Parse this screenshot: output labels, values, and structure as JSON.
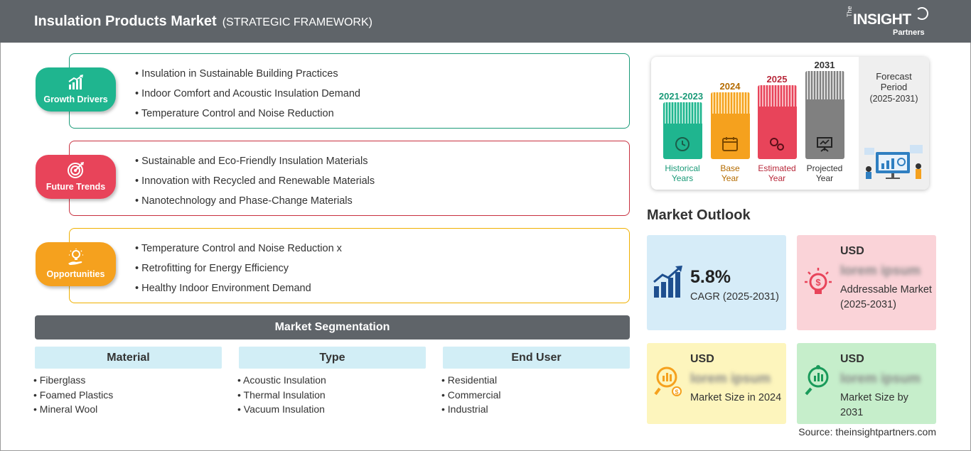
{
  "header": {
    "title": "Insulation Products Market",
    "subtitle": "(STRATEGIC FRAMEWORK)",
    "logo": {
      "the": "The",
      "main": "INSIGHT",
      "partners": "Partners"
    }
  },
  "pillars": [
    {
      "label": "Growth Drivers",
      "color": "#1fb58f",
      "border": "#1a9a78",
      "items": [
        "Insulation in Sustainable Building Practices",
        "Indoor Comfort and Acoustic Insulation Demand",
        "Temperature Control and Noise Reduction"
      ]
    },
    {
      "label": "Future Trends",
      "color": "#e8445a",
      "border": "#c8303f",
      "items": [
        "Sustainable and Eco-Friendly Insulation Materials",
        "Innovation with Recycled and Renewable Materials",
        "Nanotechnology and Phase-Change Materials"
      ]
    },
    {
      "label": "Opportunities",
      "color": "#f5a11e",
      "border": "#f0b000",
      "items": [
        "Temperature Control and Noise Reduction x",
        "Retrofitting for Energy Efficiency",
        "Healthy Indoor Environment Demand"
      ]
    }
  ],
  "segmentation": {
    "title": "Market Segmentation",
    "columns": [
      {
        "heading": "Material",
        "items": [
          "Fiberglass",
          "Foamed Plastics",
          "Mineral Wool"
        ]
      },
      {
        "heading": "Type",
        "items": [
          "Acoustic Insulation",
          "Thermal Insulation",
          "Vacuum Insulation"
        ]
      },
      {
        "heading": "End User",
        "items": [
          "Residential",
          "Commercial",
          "Industrial"
        ]
      }
    ]
  },
  "timeline": {
    "bars": [
      {
        "year": "2021-2023",
        "caption_1": "Historical",
        "caption_2": "Years",
        "color": "#1fb58f",
        "year_color": "#1a9a78",
        "icon": "history-icon"
      },
      {
        "year": "2024",
        "caption_1": "Base",
        "caption_2": "Year",
        "color": "#f5a11e",
        "year_color": "#b46b00",
        "icon": "calendar-icon"
      },
      {
        "year": "2025",
        "caption_1": "Estimated",
        "caption_2": "Year",
        "color": "#e8445a",
        "year_color": "#b8283a",
        "icon": "gears-icon"
      },
      {
        "year": "2031",
        "caption_1": "Projected",
        "caption_2": "Year",
        "color": "#808080",
        "year_color": "#333333",
        "icon": "presentation-icon"
      }
    ],
    "forecast_title": "Forecast Period",
    "forecast_range": "(2025-2031)"
  },
  "outlook": {
    "title": "Market Outlook",
    "cagr": {
      "value": "5.8%",
      "label": "CAGR (2025-2031)",
      "color": "#d6ecf8"
    },
    "addressable": {
      "currency": "USD",
      "value": "lorem ipsum",
      "label": "Addressable Market (2025-2031)",
      "color": "#fad3d8"
    },
    "size_2024": {
      "currency": "USD",
      "value": "lorem ipsum",
      "label": "Market Size in 2024",
      "color": "#fdf5bd"
    },
    "size_2031": {
      "currency": "USD",
      "value": "lorem ipsum",
      "label": "Market Size by 2031",
      "color": "#c6eecb"
    }
  },
  "source": "Source: theinsightpartners.com"
}
